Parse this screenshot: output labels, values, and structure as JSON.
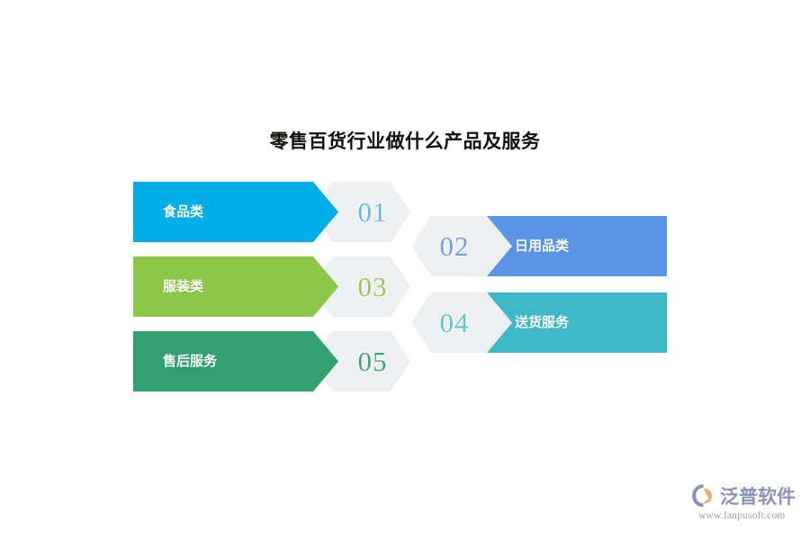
{
  "page": {
    "title": "零售百货行业做什么产品及服务",
    "background": "#ffffff"
  },
  "infographic": {
    "type": "numbered-arrow-list",
    "hexagon_fill": "#eeeff0",
    "rows": [
      {
        "number": "01",
        "label": "食品类",
        "side": "left",
        "bar_color": "#00ADE8",
        "number_color": "#62bce4"
      },
      {
        "number": "02",
        "label": "日用品类",
        "side": "right",
        "bar_color": "#5B95E5",
        "number_color": "#6f9ee8"
      },
      {
        "number": "03",
        "label": "服装类",
        "side": "left",
        "bar_color": "#8CC747",
        "number_color": "#93c95a"
      },
      {
        "number": "04",
        "label": "送货服务",
        "side": "right",
        "bar_color": "#3FB9C8",
        "number_color": "#63c3d1"
      },
      {
        "number": "05",
        "label": "售后服务",
        "side": "left",
        "bar_color": "#33A072",
        "number_color": "#3aa87b"
      }
    ]
  },
  "logo": {
    "brand": "泛普软件",
    "url": "www.fanpusoft.com",
    "mark_color_primary": "#8a93b5",
    "mark_color_accent": "#f0a868",
    "text_color": "#8a93b5"
  }
}
